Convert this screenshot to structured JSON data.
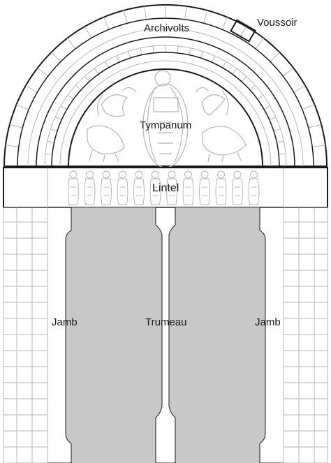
{
  "labels": {
    "archivolts": "Archivolts",
    "voussoir": "Voussoir",
    "tympanum": "Tympanum",
    "lintel": "Lintel",
    "jamb_left": "Jamb",
    "trumeau": "Trumeau",
    "jamb_right": "Jamb"
  },
  "colors": {
    "line": "#1a1a1a",
    "light_line": "#b5b5b5",
    "door": "#c8c8c8",
    "paper": "#ffffff"
  }
}
